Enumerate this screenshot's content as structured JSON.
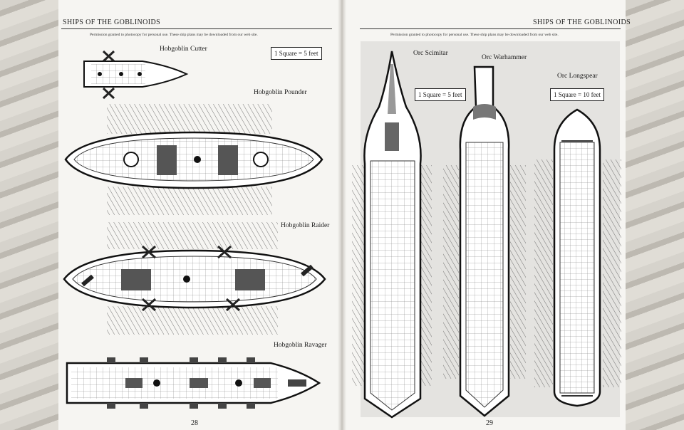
{
  "spread": {
    "running_head": "SHIPS OF THE GOBLINOIDS",
    "permission": "Permission granted to photocopy for personal use. These ship plans may be downloaded from our web site.",
    "left_page_number": "28",
    "right_page_number": "29"
  },
  "left_page": {
    "scale": "1 Square = 5 feet",
    "ships": [
      "Hobgoblin Cutter",
      "Hobgoblin Pounder",
      "Hobgoblin Raider",
      "Hobgoblin Ravager"
    ]
  },
  "right_page": {
    "scale_left": "1 Square = 5 feet",
    "scale_right": "1 Square = 10 feet",
    "ships": [
      "Orc Scimitar",
      "Orc Warhammer",
      "Orc Longspear"
    ]
  }
}
